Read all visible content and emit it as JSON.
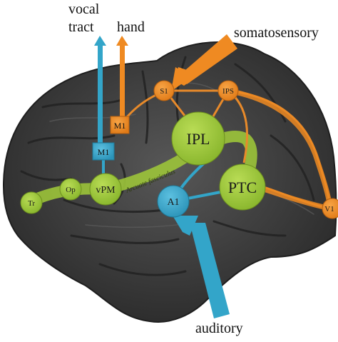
{
  "labels": {
    "vocal_tract": "vocal\ntract",
    "hand": "hand",
    "somatosensory": "somatosensory",
    "auditory": "auditory"
  },
  "nodes": {
    "ipl": "IPL",
    "ptc": "PTC",
    "vpm": "vPM",
    "op": "Op",
    "tr": "Tr",
    "a1": "A1",
    "s1": "S1",
    "ips": "IPS",
    "v1": "V1",
    "m1_orange": "M1",
    "m1_blue": "M1"
  },
  "tract_label": "Arcuate fasciculus",
  "colors": {
    "green": "#9cc43a",
    "blue": "#33a5c9",
    "orange": "#ef8a22",
    "brain": "#3f3f3f"
  }
}
